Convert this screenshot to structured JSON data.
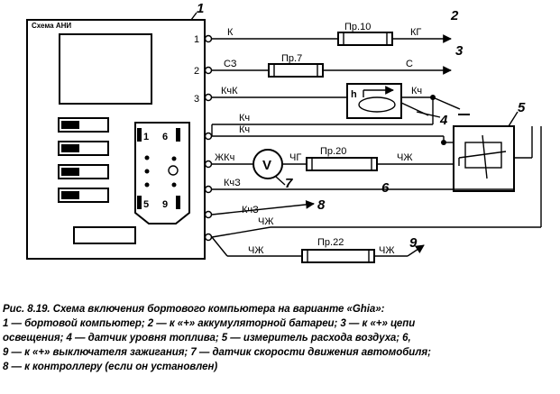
{
  "diagram": {
    "computer_title": "Схема АНИ",
    "pins": [
      "1",
      "2",
      "3"
    ],
    "module_labels": {
      "tl": "1",
      "tr": "6",
      "bl": "5",
      "br": "9"
    },
    "wires": {
      "k": "К",
      "kg": "КГ",
      "sz": "СЗ",
      "s": "С",
      "kchk": "КчК",
      "kch_sensor": "Кч",
      "kch_a": "Кч",
      "kch_b": "Кч",
      "zhkch": "ЖКч",
      "chg": "ЧГ",
      "chzh_meter": "ЧЖ",
      "kchz": "КчЗ",
      "kchz2": "КчЗ",
      "chzh_a": "ЧЖ",
      "chzh_b": "ЧЖ",
      "chzh_c": "ЧЖ"
    },
    "fuses": {
      "f10": "Пр.10",
      "f7": "Пр.7",
      "f20": "Пр.20",
      "f22": "Пр.22"
    },
    "gauge_letter": "h",
    "speed_letter": "V",
    "callouts": [
      "1",
      "2",
      "3",
      "4",
      "5",
      "6",
      "7",
      "8",
      "9"
    ]
  },
  "caption": {
    "lines": [
      "Рис. 8.19. Схема включения бортового компьютера на варианте «Ghia»:",
      "1 — бортовой компьютер; 2 — к «+» аккумуляторной батареи; 3 — к «+» цепи",
      "освещения; 4 — датчик уровня топлива; 5 — измеритель расхода воздуха; 6,",
      "9 — к «+» выключателя зажигания; 7 — датчик скорости движения автомобиля;",
      "8 — к контроллеру (если он установлен)"
    ]
  }
}
